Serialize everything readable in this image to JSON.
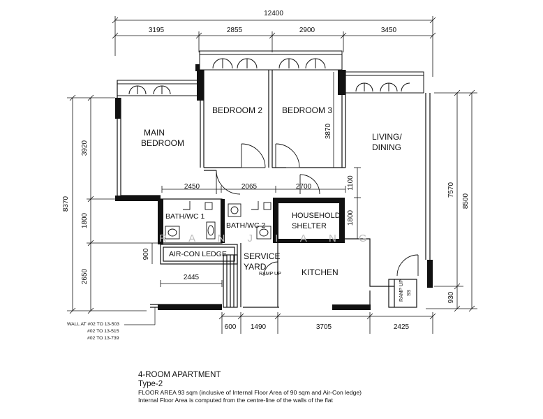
{
  "dimensions": {
    "overall_top": "12400",
    "top": [
      "3195",
      "2855",
      "2900",
      "3450"
    ],
    "left_total": "8370",
    "left": [
      "3920",
      "1800",
      "2650"
    ],
    "right_inner": "7570",
    "right_outer": "8500",
    "right_bottom": "930",
    "bottom": [
      "600",
      "1490",
      "3705",
      "2425"
    ],
    "internal": {
      "d2450": "2450",
      "d2065": "2065",
      "d2700": "2700",
      "d3870": "3870",
      "d1100": "1100",
      "d1800": "1800",
      "d900": "900",
      "d2445": "2445"
    }
  },
  "rooms": {
    "main_bedroom_1": "MAIN",
    "main_bedroom_2": "BEDROOM",
    "bedroom2": "BEDROOM 2",
    "bedroom3": "BEDROOM 3",
    "living_1": "LIVING/",
    "living_2": "DINING",
    "bath1": "BATH/WC 1",
    "bath2": "BATH/WC 2",
    "shelter_1": "HOUSEHOLD",
    "shelter_2": "SHELTER",
    "aircon": "AIR-CON LEDGE",
    "service_1": "SERVICE",
    "service_2": "YARD",
    "kitchen": "KITCHEN"
  },
  "fixtures": {
    "ramp_up": "RAMP UP",
    "ramp_up_short": "RAMP UP",
    "ramp_up_right": "RAMP UP",
    "ramp_right_2": "SS"
  },
  "watermark": "R A N J I A N G",
  "wall_note": [
    "WALL AT #02 TO 13-503",
    "#02 TO 13-515",
    "#02 TO 13-739"
  ],
  "caption": {
    "title": "4-ROOM APARTMENT",
    "type": "Type-2",
    "floor_area": "FLOOR AREA 93 sqm (inclusive of Internal Floor Area of 90 sqm and Air-Con ledge)",
    "note": "Internal Floor Area is computed from the centre-line of the walls of the flat"
  }
}
